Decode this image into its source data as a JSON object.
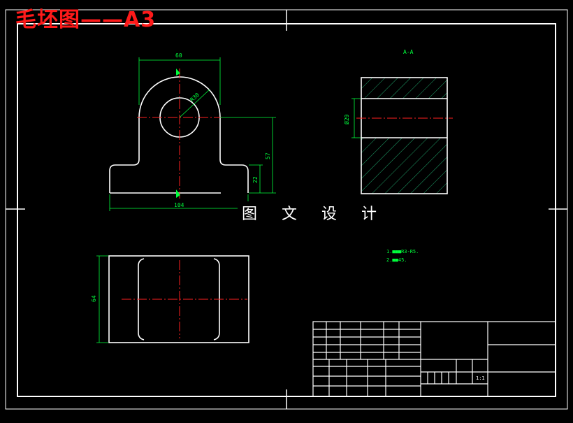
{
  "drawing_title": "毛坯图——A3",
  "watermark": "图 文 设 计",
  "section_label": "A-A",
  "dimensions": {
    "width_top": "60",
    "radius": "R30",
    "height_total": "57",
    "height_base": "22",
    "width_base": "104",
    "bore_diameter": "Ø29",
    "depth_bottom": "64"
  },
  "notes": [
    "1.■■■R3-R5.",
    "2.■■45."
  ],
  "title_block": {
    "scale": "1:1"
  },
  "colors": {
    "outline": "#ffffff",
    "dimension": "#00ff3c",
    "centerline": "#ff2020",
    "hatch": "#1fa56b",
    "title": "#ff1a1a"
  }
}
